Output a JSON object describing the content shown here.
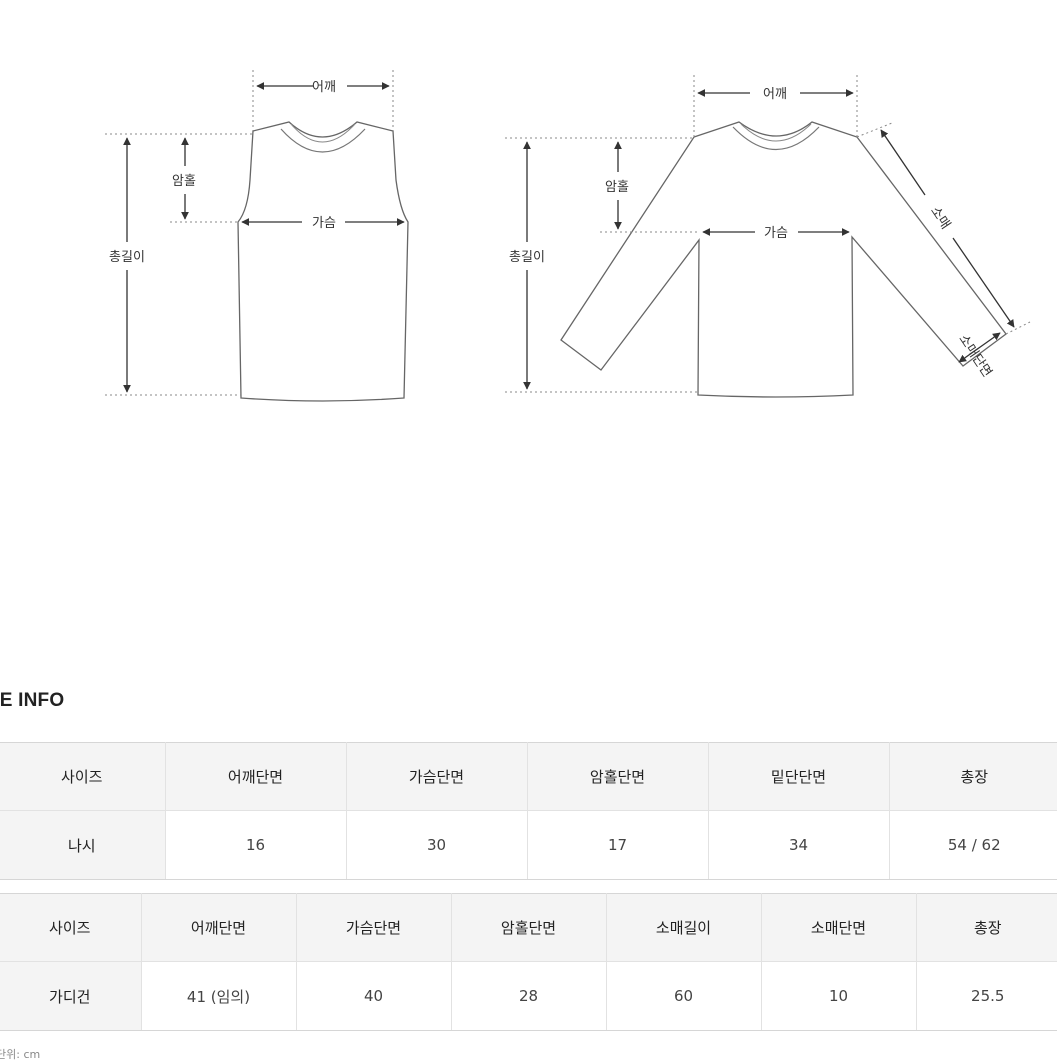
{
  "diagram": {
    "sleeveless": {
      "shoulder": "어깨",
      "armhole": "암홀",
      "chest": "가슴",
      "length": "총길이"
    },
    "longsleeve": {
      "shoulder": "어깨",
      "armhole": "암홀",
      "chest": "가슴",
      "length": "총길이",
      "sleeve": "소매",
      "cuff": "소매단면"
    }
  },
  "size_info": {
    "title": "ZE INFO",
    "table1": {
      "headers": [
        "사이즈",
        "어깨단면",
        "가슴단면",
        "암홀단면",
        "밑단단면",
        "총장"
      ],
      "row": [
        "나시",
        "16",
        "30",
        "17",
        "34",
        "54 / 62"
      ]
    },
    "table2": {
      "headers": [
        "사이즈",
        "어깨단면",
        "가슴단면",
        "암홀단면",
        "소매길이",
        "소매단면",
        "총장"
      ],
      "row": [
        "가디건",
        "41 (임의)",
        "40",
        "28",
        "60",
        "10",
        "25.5"
      ]
    }
  },
  "footnote": "단위: cm",
  "colors": {
    "line": "#555555",
    "dotted": "#888888",
    "header_bg": "#f4f4f4",
    "border": "#e2e2e2"
  }
}
